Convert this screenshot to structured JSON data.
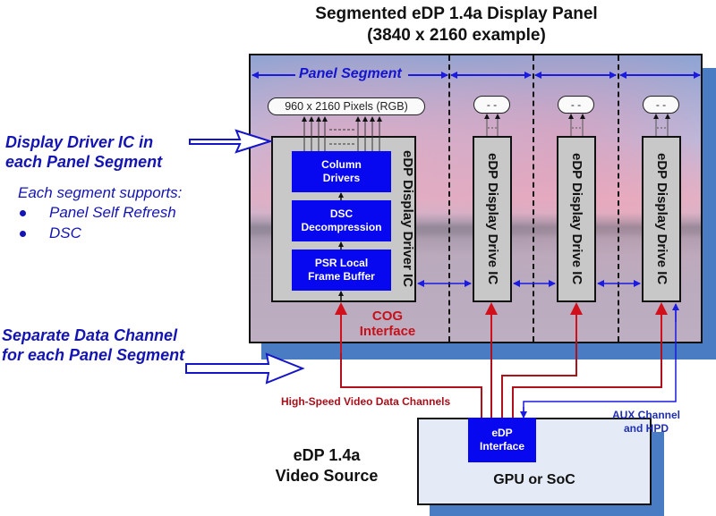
{
  "title": {
    "line1": "Segmented eDP 1.4a Display Panel",
    "line2": "(3840 x 2160 example)"
  },
  "left_notes": {
    "driver_heading_line1": "Display Driver IC in",
    "driver_heading_line2": "each Panel Segment",
    "supports_intro": "Each segment supports:",
    "supports": [
      "Panel Self Refresh",
      "DSC"
    ],
    "channel_heading_line1": "Separate Data Channel",
    "channel_heading_line2": "for each Panel Segment"
  },
  "panel": {
    "segment_label": "Panel Segment",
    "segment_count": 4,
    "first_segment": {
      "pixels_label": "960 x 2160 Pixels (RGB)",
      "ic_label": "eDP Display Driver IC",
      "blocks": [
        {
          "line1": "Column",
          "line2": "Drivers"
        },
        {
          "line1": "DSC",
          "line2": "Decompression"
        },
        {
          "line1": "PSR Local",
          "line2": "Frame Buffer"
        }
      ],
      "cog_line1": "COG",
      "cog_line2": "Interface"
    },
    "other_segments": [
      {
        "pixels_label": "- -",
        "ic_label": "eDP Display Drive IC"
      },
      {
        "pixels_label": "- -",
        "ic_label": "eDP Display Drive IC"
      },
      {
        "pixels_label": "- -",
        "ic_label": "eDP Display Drive IC"
      }
    ]
  },
  "links": {
    "video_channels_label": "High-Speed Video Data Channels",
    "aux_line1": "AUX Channel",
    "aux_line2": "and HPD",
    "video_color": "#c8101a",
    "aux_color": "#1a1ae0"
  },
  "source": {
    "label_line1": "eDP 1.4a",
    "label_line2": "Video Source",
    "interface_line1": "eDP",
    "interface_line2": "Interface",
    "device_label": "GPU or SoC"
  },
  "colors": {
    "block_blue": "#0808f0",
    "shadow_blue": "#4a7cc4",
    "text_blue": "#1414b4",
    "ic_gray": "#c8c8c8"
  }
}
